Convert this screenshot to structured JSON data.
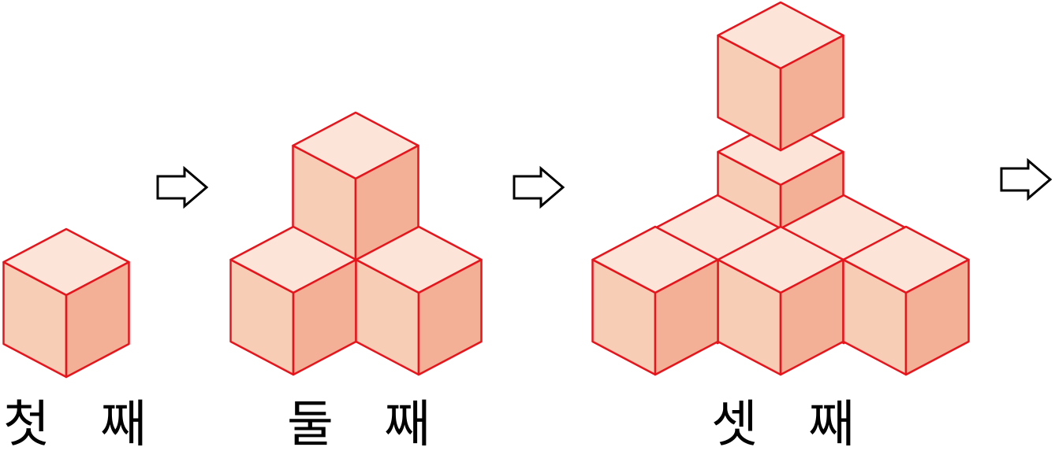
{
  "colors": {
    "edge": "#e8141c",
    "top_face": "#fde4d8",
    "left_face": "#f8cdb6",
    "right_face": "#f4b096",
    "label": "#000000",
    "arrow_stroke": "#000000"
  },
  "stages": [
    {
      "label": "첫 째",
      "cubes": 1
    },
    {
      "label": "둘 째",
      "cubes": 4
    },
    {
      "label": "셋 째",
      "cubes": 10
    }
  ],
  "arrow_icon": "right-hollow-arrow-icon"
}
